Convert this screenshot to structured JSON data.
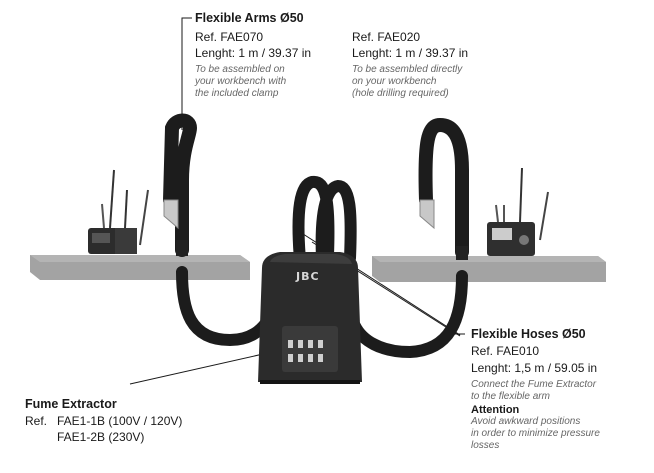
{
  "arms": {
    "title": "Flexible Arms Ø50",
    "left": {
      "ref": "Ref. FAE070",
      "length": "Lenght: 1 m / 39.37 in",
      "note": [
        "To be assembled on",
        "your workbench with",
        "the included clamp"
      ]
    },
    "right": {
      "ref": "Ref. FAE020",
      "length": "Lenght: 1 m / 39.37 in",
      "note": [
        "To be assembled directly",
        "on your workbench",
        "(hole drilling required)"
      ]
    }
  },
  "hoses": {
    "title": "Flexible Hoses Ø50",
    "ref": "Ref. FAE010",
    "length": "Lenght: 1,5 m / 59.05 in",
    "note": [
      "Connect the Fume Extractor",
      "to the flexible arm"
    ],
    "attention_title": "Attention",
    "attention_note": [
      "Avoid awkward positions",
      "in order to minimize pressure",
      "losses"
    ]
  },
  "extractor": {
    "title": "Fume Extractor",
    "ref_prefix": "Ref.",
    "models": [
      "FAE1-1B (100V / 120V)",
      "FAE1-2B (230V)"
    ],
    "brand": "JBC"
  },
  "colors": {
    "bench": "#a3a3a3",
    "device": "#2b2b2b",
    "hose": "#1c1c1c",
    "text": "#1a1a1a",
    "note": "#666666"
  }
}
